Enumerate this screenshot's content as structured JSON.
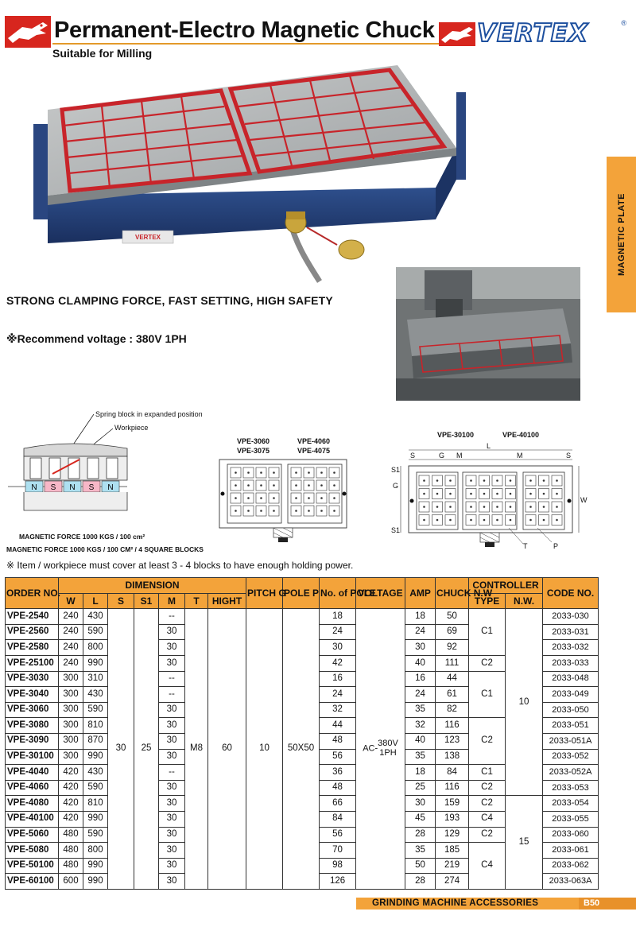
{
  "header": {
    "title": "Permanent-Electro Magnetic Chuck",
    "subtitle": "Suitable for Milling",
    "brand": "VERTEX",
    "brand_reg": "®"
  },
  "side_tab": "MAGNETIC PLATE",
  "product_label": "VERTEX",
  "tagline": "STRONG CLAMPING FORCE, FAST SETTING, HIGH SAFETY",
  "voltage_note": "※Recommend voltage : 380V 1PH",
  "diagram_left": {
    "spring_label": "Spring block in expanded position",
    "workpiece_label": "Workpiece",
    "poles": [
      "N",
      "S",
      "N",
      "S",
      "N"
    ]
  },
  "diagram_mid": {
    "models_a": [
      "VPE-3060",
      "VPE-3075"
    ],
    "models_b": [
      "VPE-4060",
      "VPE-4075"
    ]
  },
  "diagram_right": {
    "models": [
      "VPE-30100",
      "VPE-40100"
    ],
    "dims": [
      "S",
      "G",
      "M",
      "L",
      "M",
      "S",
      "S1",
      "G",
      "S1",
      "W",
      "T",
      "P"
    ]
  },
  "force_text_1": "MAGNETIC FORCE 1000 KGS / 100 cm²",
  "force_text_2": "MAGNETIC FORCE 1000 KGS / 100 CM² / 4 SQUARE BLOCKS",
  "usage_note": "※ Item / workpiece must cover at least 3 - 4 blocks to have enough holding power.",
  "table": {
    "headers": {
      "order_no": "ORDER NO.",
      "dimension": "DIMENSION",
      "w": "W",
      "l": "L",
      "s": "S",
      "s1": "S1",
      "m": "M",
      "t": "T",
      "hight": "HIGHT",
      "pitch": "PITCH G",
      "pole": "POLE P",
      "no_of_pole": "No. of POLE",
      "voltage": "VOLTAGE",
      "amp": "AMP",
      "chuck_nw": "CHUCK N.W",
      "controller": "CONTROLLER",
      "type": "TYPE",
      "nw": "N.W.",
      "code_no": "CODE NO."
    },
    "shared": {
      "s": "30",
      "s1": "25",
      "t": "M8",
      "hight": "60",
      "pitch": "10",
      "pole": "50X50",
      "voltage_prefix": "AC-",
      "voltage_value": "380V",
      "voltage_phase": "1PH",
      "controller_nw_a": "10",
      "controller_nw_b": "15"
    },
    "rows": [
      {
        "order": "VPE-2540",
        "w": "240",
        "l": "430",
        "m": "--",
        "poles": "18",
        "amp": "18",
        "chuck_nw": "50",
        "code": "2033-030"
      },
      {
        "order": "VPE-2560",
        "w": "240",
        "l": "590",
        "m": "30",
        "poles": "24",
        "amp": "24",
        "chuck_nw": "69",
        "code": "2033-031"
      },
      {
        "order": "VPE-2580",
        "w": "240",
        "l": "800",
        "m": "30",
        "poles": "30",
        "amp": "30",
        "chuck_nw": "92",
        "code": "2033-032"
      },
      {
        "order": "VPE-25100",
        "w": "240",
        "l": "990",
        "m": "30",
        "poles": "42",
        "amp": "40",
        "chuck_nw": "111",
        "code": "2033-033"
      },
      {
        "order": "VPE-3030",
        "w": "300",
        "l": "310",
        "m": "--",
        "poles": "16",
        "amp": "16",
        "chuck_nw": "44",
        "code": "2033-048"
      },
      {
        "order": "VPE-3040",
        "w": "300",
        "l": "430",
        "m": "--",
        "poles": "24",
        "amp": "24",
        "chuck_nw": "61",
        "code": "2033-049"
      },
      {
        "order": "VPE-3060",
        "w": "300",
        "l": "590",
        "m": "30",
        "poles": "32",
        "amp": "35",
        "chuck_nw": "82",
        "code": "2033-050"
      },
      {
        "order": "VPE-3080",
        "w": "300",
        "l": "810",
        "m": "30",
        "poles": "44",
        "amp": "32",
        "chuck_nw": "116",
        "code": "2033-051"
      },
      {
        "order": "VPE-3090",
        "w": "300",
        "l": "870",
        "m": "30",
        "poles": "48",
        "amp": "40",
        "chuck_nw": "123",
        "code": "2033-051A"
      },
      {
        "order": "VPE-30100",
        "w": "300",
        "l": "990",
        "m": "30",
        "poles": "56",
        "amp": "35",
        "chuck_nw": "138",
        "code": "2033-052"
      },
      {
        "order": "VPE-4040",
        "w": "420",
        "l": "430",
        "m": "--",
        "poles": "36",
        "amp": "18",
        "chuck_nw": "84",
        "code": "2033-052A"
      },
      {
        "order": "VPE-4060",
        "w": "420",
        "l": "590",
        "m": "30",
        "poles": "48",
        "amp": "25",
        "chuck_nw": "116",
        "code": "2033-053"
      },
      {
        "order": "VPE-4080",
        "w": "420",
        "l": "810",
        "m": "30",
        "poles": "66",
        "amp": "30",
        "chuck_nw": "159",
        "code": "2033-054"
      },
      {
        "order": "VPE-40100",
        "w": "420",
        "l": "990",
        "m": "30",
        "poles": "84",
        "amp": "45",
        "chuck_nw": "193",
        "code": "2033-055"
      },
      {
        "order": "VPE-5060",
        "w": "480",
        "l": "590",
        "m": "30",
        "poles": "56",
        "amp": "28",
        "chuck_nw": "129",
        "code": "2033-060"
      },
      {
        "order": "VPE-5080",
        "w": "480",
        "l": "800",
        "m": "30",
        "poles": "70",
        "amp": "35",
        "chuck_nw": "185",
        "code": "2033-061"
      },
      {
        "order": "VPE-50100",
        "w": "480",
        "l": "990",
        "m": "30",
        "poles": "98",
        "amp": "50",
        "chuck_nw": "219",
        "code": "2033-062"
      },
      {
        "order": "VPE-60100",
        "w": "600",
        "l": "990",
        "m": "30",
        "poles": "126",
        "amp": "28",
        "chuck_nw": "274",
        "code": "2033-063A"
      }
    ],
    "controller_types": [
      {
        "type": "C1"
      },
      {
        "type": "C2"
      },
      {
        "type": "C1"
      },
      {
        "type": "C2"
      },
      {
        "type": "C1"
      },
      {
        "type": "C2"
      },
      {
        "type": "C2"
      },
      {
        "type": "C4"
      },
      {
        "type": "C2"
      },
      {
        "type": "C4"
      }
    ]
  },
  "footer": {
    "section": "GRINDING MACHINE ACCESSORIES",
    "page": "B50"
  },
  "colors": {
    "accent": "#f3a33a",
    "brand_red": "#d7261e",
    "brand_blue": "#1d4f9e",
    "chuck_body": "#26407a",
    "pole_red": "#c8242a"
  }
}
